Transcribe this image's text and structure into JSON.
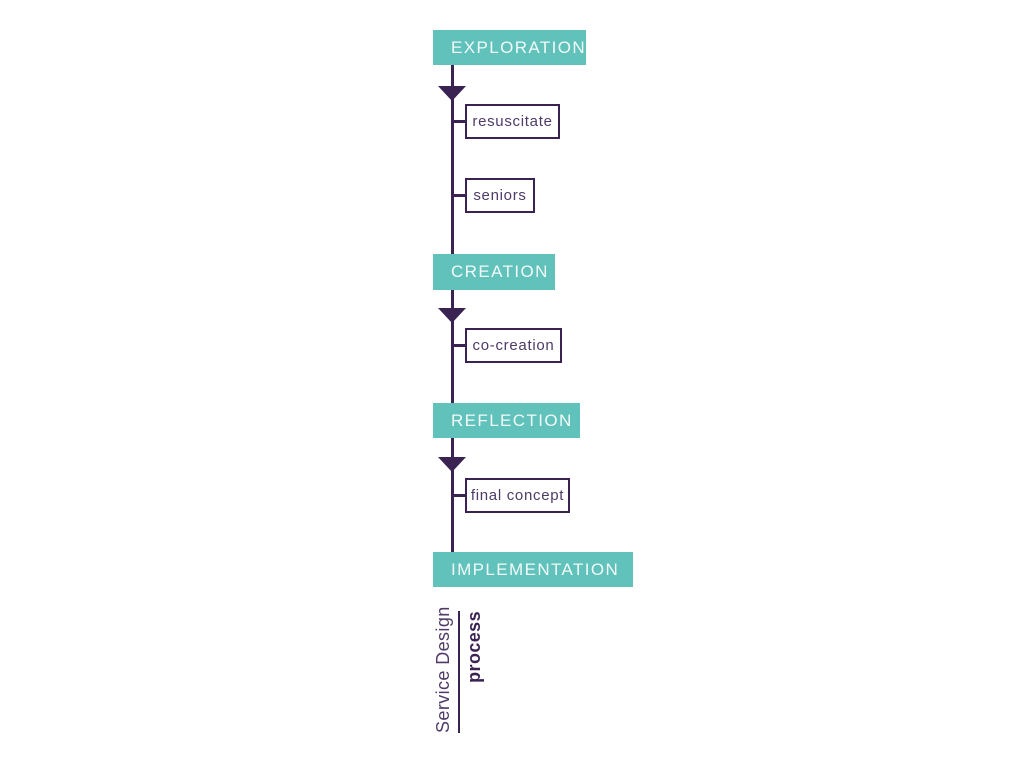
{
  "palette": {
    "teal": "#60c2bb",
    "purple_dark": "#3a2353",
    "purple_text": "#4f3a68",
    "banner_text": "#f2faf9"
  },
  "diagram": {
    "stages": [
      {
        "label": "EXPLORATION"
      },
      {
        "label": "CREATION"
      },
      {
        "label": "REFLECTION"
      },
      {
        "label": "IMPLEMENTATION"
      }
    ],
    "activities": [
      {
        "label": "resuscitate"
      },
      {
        "label": "seniors"
      },
      {
        "label": "co-creation"
      },
      {
        "label": "final concept"
      }
    ],
    "caption": {
      "title": "Service Design",
      "subtitle": "process"
    }
  }
}
